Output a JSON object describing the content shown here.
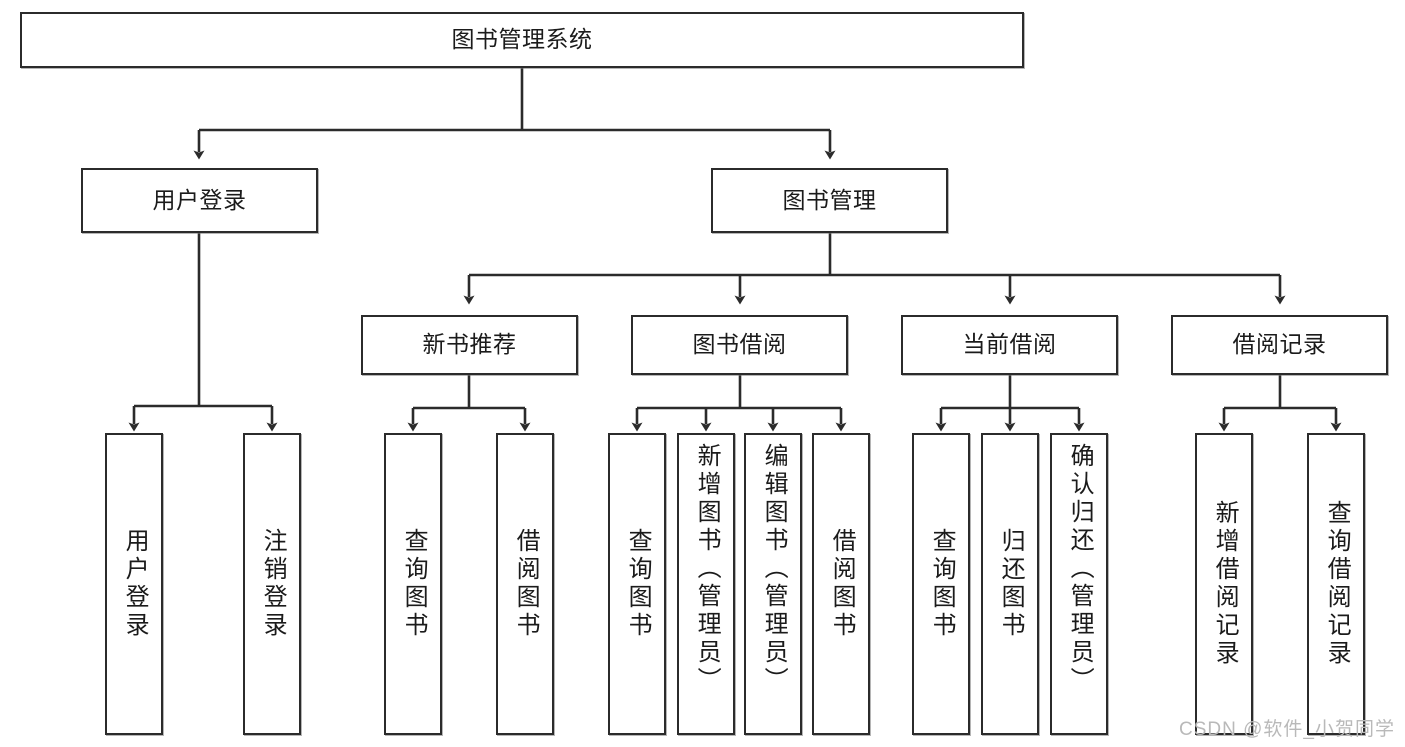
{
  "diagram": {
    "type": "hierarchy-tree",
    "title": "图书管理系统",
    "watermark": "CSDN @软件_小贺同学",
    "colors": {
      "border": "#2b2b2b",
      "background": "#ffffff",
      "text": "#1b1b1b",
      "watermark": "#b9b9b9"
    },
    "nodes": {
      "root": {
        "label": "图书管理系统"
      },
      "level2": [
        {
          "label": "用户登录"
        },
        {
          "label": "图书管理"
        }
      ],
      "level3": [
        {
          "label": "新书推荐"
        },
        {
          "label": "图书借阅"
        },
        {
          "label": "当前借阅"
        },
        {
          "label": "借阅记录"
        }
      ],
      "leaves_user_login": [
        {
          "label": "用户登录"
        },
        {
          "label": "注销登录"
        }
      ],
      "leaves_new_book": [
        {
          "label": "查询图书"
        },
        {
          "label": "借阅图书"
        }
      ],
      "leaves_borrow": [
        {
          "label": "查询图书"
        },
        {
          "label": "新增图书（管理员）"
        },
        {
          "label": "编辑图书（管理员）"
        },
        {
          "label": "借阅图书"
        }
      ],
      "leaves_current": [
        {
          "label": "查询图书"
        },
        {
          "label": "归还图书"
        },
        {
          "label": "确认归还（管理员）"
        }
      ],
      "leaves_records": [
        {
          "label": "新增借阅记录"
        },
        {
          "label": "查询借阅记录"
        }
      ]
    }
  }
}
